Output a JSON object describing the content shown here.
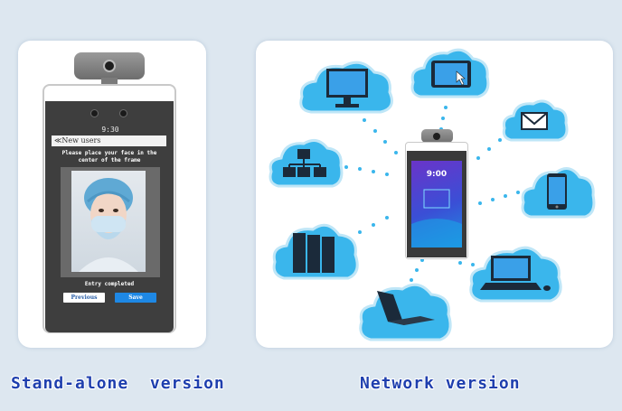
{
  "standalone_device": {
    "time": "9:30",
    "header": "≪New users",
    "instruction": "Please place your face in the center of the frame",
    "status": "Entry completed",
    "buttons": {
      "previous": "Previous",
      "save": "Save"
    }
  },
  "network_device": {
    "time": "9:00"
  },
  "network_icons": [
    "monitor-icon",
    "tablet-touch-icon",
    "mail-icon",
    "smartphone-icon",
    "laptop-icon",
    "open-laptop-icon",
    "server-rack-icon",
    "network-topology-icon"
  ],
  "captions": {
    "left": "Stand-alone  version",
    "right": "Network version"
  },
  "colors": {
    "background": "#dde7f0",
    "cloud": "#3ab6ec",
    "caption": "#1f3fae",
    "save_button": "#1e88e5"
  }
}
